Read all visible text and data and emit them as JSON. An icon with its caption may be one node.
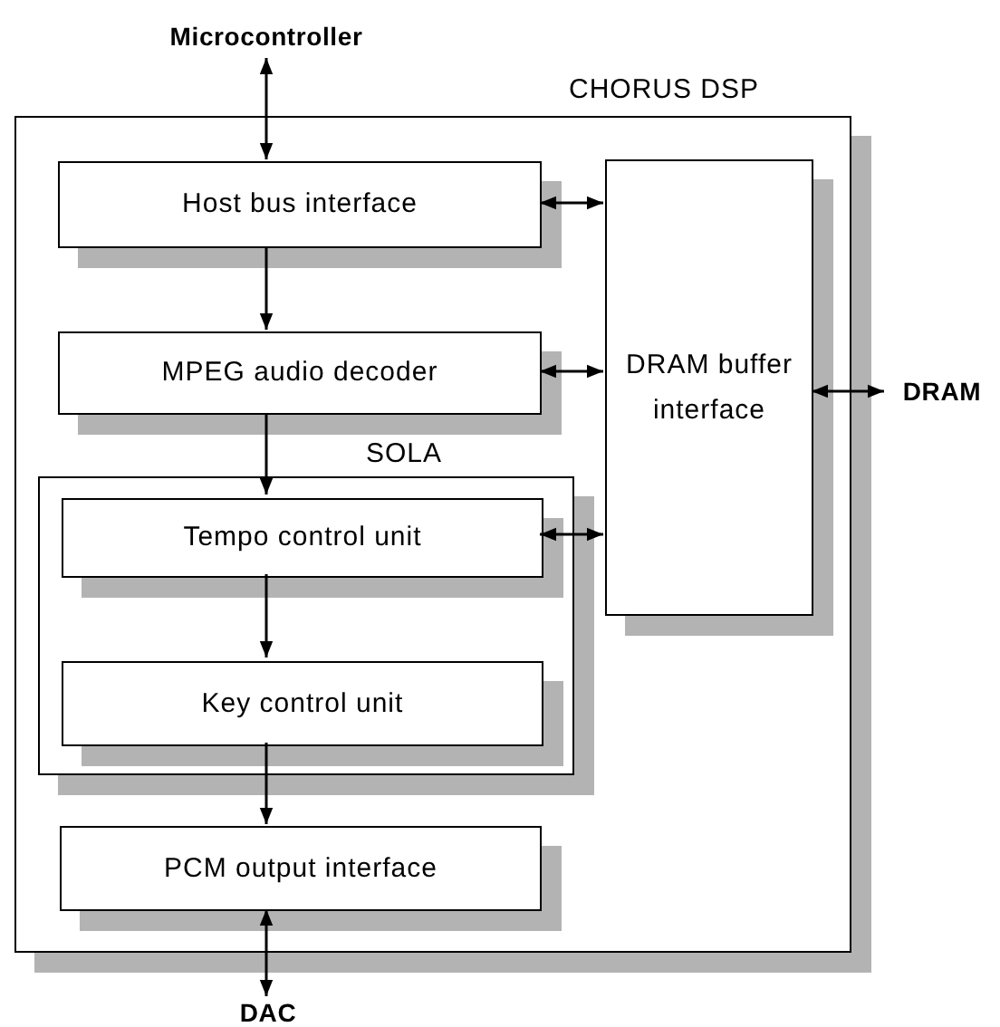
{
  "diagram": {
    "nodes": [
      {
        "text": [
          "Microcontroller"
        ]
      },
      {
        "text": [
          "CHORUS DSP"
        ]
      },
      {
        "text": [
          "Host bus interface"
        ],
        "in": 1
      },
      {
        "text": [
          "MPEG audio decoder"
        ],
        "in": 1
      },
      {
        "text": [
          "SOLA"
        ],
        "in": 1
      },
      {
        "text": [
          "Tempo control unit"
        ],
        "in": 4
      },
      {
        "text": [
          "Key control unit"
        ],
        "in": 4
      },
      {
        "text": [
          "PCM output interface"
        ],
        "in": 1
      },
      {
        "text": [
          "DRAM buffer interface"
        ],
        "in": 1
      },
      {
        "text": [
          "DRAM"
        ]
      },
      {
        "text": [
          "DAC"
        ]
      }
    ],
    "edges": [
      {
        "from": 0,
        "to": 2,
        "arrow": "both"
      },
      {
        "from": 2,
        "to": 3,
        "arrow": "to"
      },
      {
        "from": 3,
        "to": 5,
        "arrow": "to"
      },
      {
        "from": 5,
        "to": 6,
        "arrow": "to"
      },
      {
        "from": 6,
        "to": 7,
        "arrow": "to"
      },
      {
        "from": 7,
        "to": 10,
        "arrow": "both"
      },
      {
        "from": 2,
        "to": 8,
        "arrow": "both"
      },
      {
        "from": 3,
        "to": 8,
        "arrow": "both"
      },
      {
        "from": 5,
        "to": 8,
        "arrow": "both"
      },
      {
        "from": 8,
        "to": 9,
        "arrow": "both"
      }
    ]
  }
}
